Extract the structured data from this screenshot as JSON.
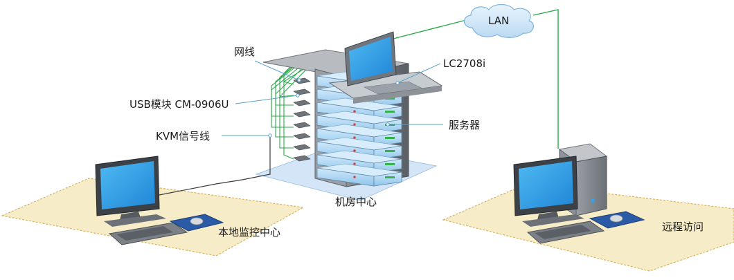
{
  "labels": {
    "lan": "LAN",
    "network_cable": "网线",
    "kvm_switch_model": "LC2708i",
    "usb_module": "USB模块 CM-0906U",
    "server": "服务器",
    "kvm_cable": "KVM信号线",
    "machine_room": "机房中心",
    "local_monitoring": "本地监控中心",
    "remote_access": "远程访问"
  },
  "colors": {
    "network_line": "#2aa84a",
    "kvm_line": "#3a3a3a",
    "callout_line": "#5aa0c8",
    "floor_zone": "#f7ecc8",
    "floor_zone_border": "#d9b45a",
    "room_floor": "#cfe3f6",
    "server_blue": "#a9d3f2",
    "server_green": "#36b24a"
  }
}
